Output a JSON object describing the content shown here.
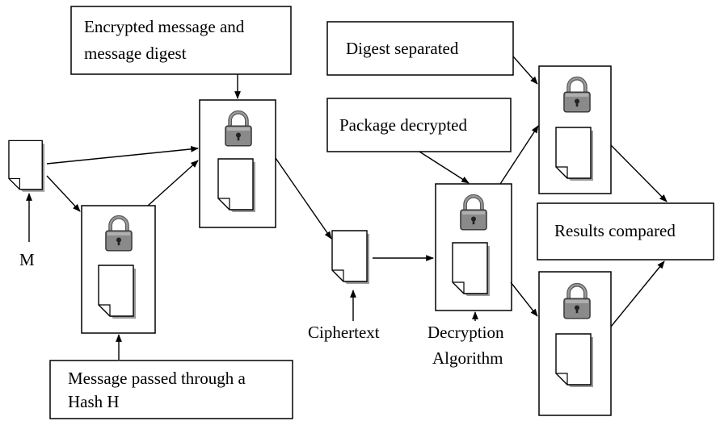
{
  "labels": {
    "encrypted_box_line1": "Encrypted message and",
    "encrypted_box_line2": "message digest",
    "digest_separated": "Digest separated",
    "package_decrypted": "Package decrypted",
    "results_compared": "Results compared",
    "hash_box_line1": "Message passed through a",
    "hash_box_line2": "Hash H",
    "message_label": "M",
    "ciphertext_label": "Ciphertext",
    "decryption_line1": "Decryption",
    "decryption_line2": "Algorithm"
  },
  "icons": {
    "lock": "padlock-icon",
    "document": "document-icon"
  },
  "colors": {
    "stroke": "#000000",
    "lock_body": "#8a8a8a",
    "lock_shackle": "#6f6f6f",
    "page_shadow": "#9a9a9a"
  }
}
